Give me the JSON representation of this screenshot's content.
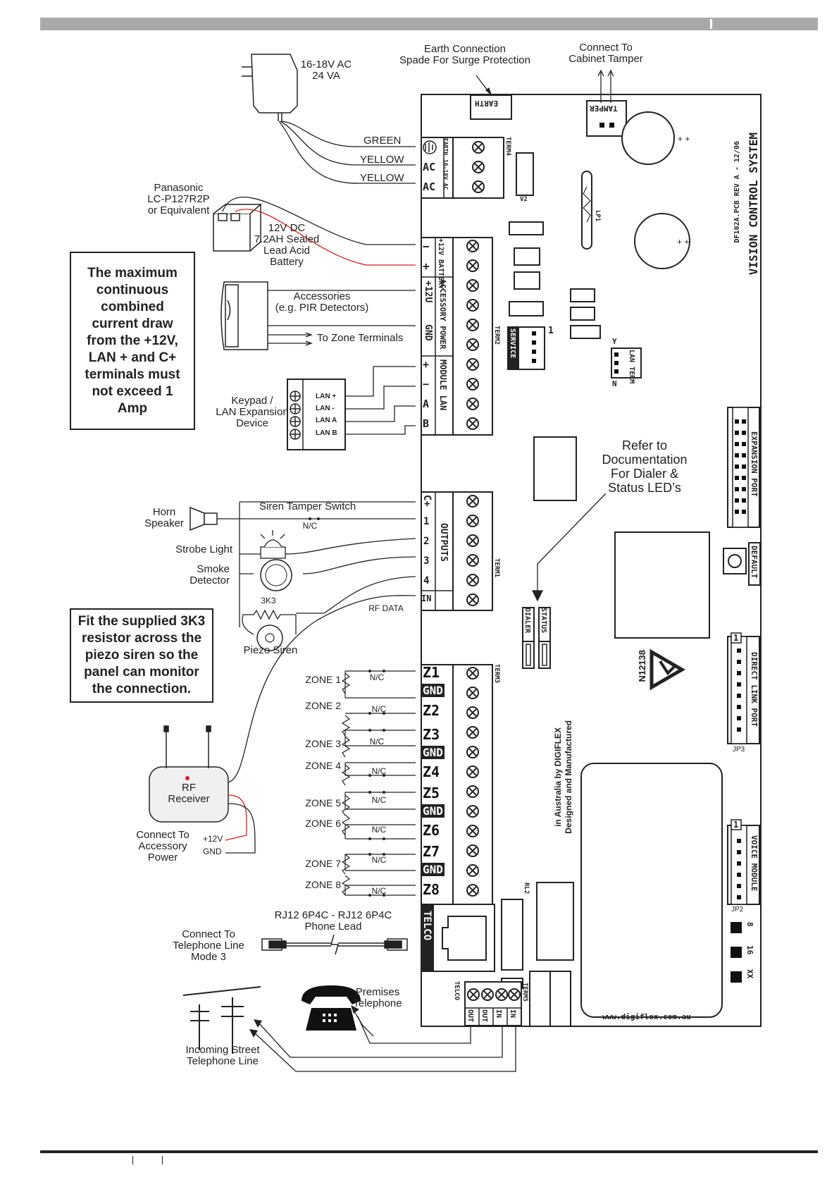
{
  "labels": {
    "earth_connection": "Earth Connection",
    "spade": "Spade For Surge Protection",
    "connect_to": "Connect To",
    "cabinet_tamper": "Cabinet Tamper",
    "ac_supply_1": "16-18V AC",
    "ac_supply_2": "24 VA",
    "wire_green": "GREEN",
    "wire_yellow_1": "YELLOW",
    "wire_yellow_2": "YELLOW",
    "battery_model_1": "Panasonic",
    "battery_model_2": "LC-P127R2P",
    "battery_model_3": "or Equivalent",
    "battery_desc_1": "12V DC",
    "battery_desc_2": "7.2AH Sealed",
    "battery_desc_3": "Lead Acid",
    "battery_desc_4": "Battery",
    "accessories_1": "Accessories",
    "accessories_2": "(e.g. PIR Detectors)",
    "to_zone_terminals": "To Zone Terminals",
    "keypad_1": "Keypad /",
    "keypad_2": "LAN Expansion",
    "keypad_3": "Device",
    "lan_plus": "LAN +",
    "lan_minus": "LAN  -",
    "lan_a": "LAN A",
    "lan_b": "LAN B",
    "horn_1": "Horn",
    "horn_2": "Speaker",
    "siren_tamper": "Siren Tamper Switch",
    "nc": "N/C",
    "strobe": "Strobe Light",
    "smoke_1": "Smoke",
    "smoke_2": "Detector",
    "resistor_3k3": "3K3",
    "piezo": "Piezo Siren",
    "rf_data": "RF DATA",
    "rf_receiver_1": "RF",
    "rf_receiver_2": "Receiver",
    "connect_acc_1": "Connect To",
    "connect_acc_2": "Accessory",
    "connect_acc_3": "Power",
    "plus12v": "+12V",
    "gnd_lbl": "GND",
    "rj12_1": "RJ12 6P4C - RJ12 6P4C",
    "rj12_2": "Phone Lead",
    "connect_tel_1": "Connect To",
    "connect_tel_2": "Telephone Line",
    "connect_tel_3": "Mode 3",
    "premises_1": "Premises",
    "premises_2": "Telephone",
    "incoming_1": "Incoming Street",
    "incoming_2": "Telephone Line",
    "refer_1": "Refer to",
    "refer_2": "Documentation",
    "refer_3": "For Dialer &",
    "refer_4": "Status LED’s",
    "n12138": "N12138",
    "designed_1": "Designed and Manufactured",
    "designed_2": "in Australia by DIGIFLEX",
    "website": "www.digiflex.com.au",
    "jp3": "JP3",
    "jp2": "JP2"
  },
  "notes": {
    "max_draw": "The maximum continuous combined current draw from the +12V, LAN + and C+ terminals must not exceed 1 Amp",
    "fit_resistor": "Fit the supplied 3K3 resistor across the piezo siren so the panel can monitor the connection."
  },
  "board": {
    "title": "VISION CONTROL SYSTEM",
    "subtitle": "DF102A.PCB  REV A  - 12/06",
    "earth_tab": "EARTH",
    "tamper_tab": "TAMPER",
    "term4": "TERM4",
    "term2": "TERM2",
    "term1": "TERM1",
    "term3": "TERM3",
    "term5": "TERM5",
    "v2": "V2",
    "lp1": "LP1",
    "service": "SERVICE",
    "lan_term": "LAN TERM",
    "y": "Y",
    "n": "N",
    "expansion_port": "EXPANSION PORT",
    "default": "DEFAULT",
    "direct_link_port": "DIRECT LINK PORT",
    "voice_module": "VOICE MODULE",
    "status": "STATUS",
    "dialer": "DIALER",
    "rl2": "RL2",
    "telco": "TELCO",
    "telco_small": "TELCO",
    "ac_label_small": "16-18V AC",
    "earth_small": "EARTH",
    "ac1": "AC",
    "ac2": "AC",
    "bat_label": "+12V BATTERY",
    "acc_power": "ACCESSORY POWER",
    "module_lan": "MODULE LAN",
    "plus12u": "+12U",
    "gnd": "GND",
    "minus": "−",
    "plus": "+",
    "a": "A",
    "b": "B",
    "outputs": "OUTPUTS",
    "c_plus": "C+",
    "o1": "1",
    "o2": "2",
    "o3": "3",
    "o4": "4",
    "in": "IN",
    "one": "1",
    "one_b": "1",
    "one_c": "1",
    "dip_8": "8",
    "dip_16": "16",
    "dip_xx": "XX",
    "out1": "OUT",
    "out2": "OUT",
    "in1": "IN",
    "in2": "IN"
  },
  "zones": [
    {
      "label": "ZONE 1",
      "term": "Z1"
    },
    {
      "label": "ZONE 2",
      "term": "Z2"
    },
    {
      "label": "ZONE 3",
      "term": "Z3"
    },
    {
      "label": "ZONE 4",
      "term": "Z4"
    },
    {
      "label": "ZONE 5",
      "term": "Z5"
    },
    {
      "label": "ZONE 6",
      "term": "Z6"
    },
    {
      "label": "ZONE 7",
      "term": "Z7"
    },
    {
      "label": "ZONE 8",
      "term": "Z8"
    }
  ],
  "gnd_labels": [
    "GND",
    "GND",
    "GND",
    "GND"
  ],
  "colors": {
    "header_bar": "#a9a9a9",
    "battery_red_wire": "#d42020",
    "rf_led": "#d42020"
  }
}
